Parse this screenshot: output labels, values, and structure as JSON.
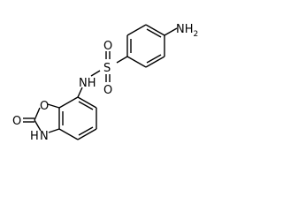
{
  "molecule": {
    "atoms": {
      "amine": "NH",
      "amine_subscript": "2",
      "sulfonyl_oxygen_top": "O",
      "sulfur": "S",
      "sulfonyl_oxygen_bottom": "O",
      "sulfonamide_nitrogen": "NH",
      "ring_oxygen": "O",
      "carbonyl_oxygen": "O",
      "ring_nitrogen_h": "H",
      "ring_nitrogen": "N"
    }
  }
}
